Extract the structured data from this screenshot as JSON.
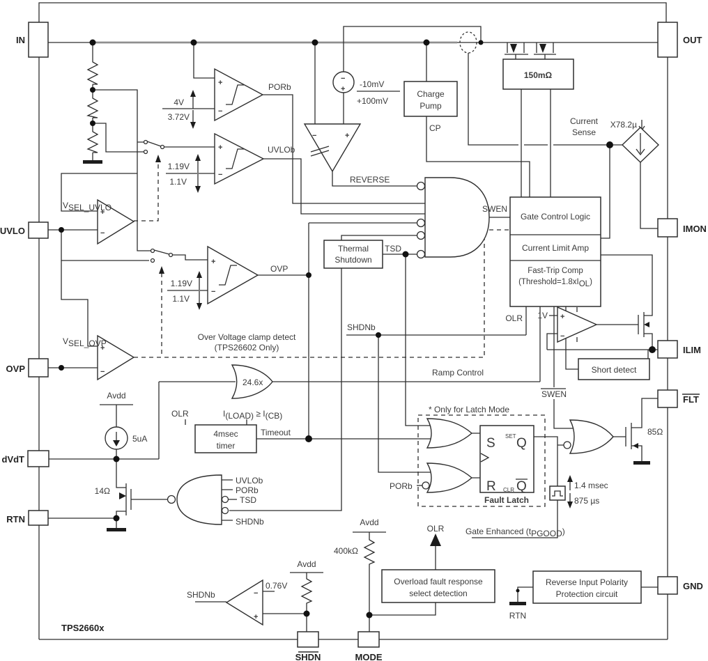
{
  "chip": {
    "name": "TPS2660x"
  },
  "pins": {
    "in": "IN",
    "out": "OUT",
    "uvlo": "UVLO",
    "ovp": "OVP",
    "dvdt": "dVdT",
    "rtn": "RTN",
    "imon": "IMON",
    "ilim": "ILIM",
    "flt": "FLT",
    "gnd": "GND",
    "shdn": "SHDN",
    "mode": "MODE"
  },
  "power": {
    "fet_resistance": "150mΩ",
    "sense_gain": "X78.2µ",
    "current_sense_line1": "Current",
    "current_sense_line2": "Sense"
  },
  "blocks": {
    "charge_pump_line1": "Charge",
    "charge_pump_line2": "Pump",
    "cp": "CP",
    "gate_control_logic": "Gate Control Logic",
    "current_limit_amp": "Current Limit Amp",
    "fast_trip_line1": "Fast-Trip Comp",
    "fast_trip_line2_pre": "(Threshold=1.8xI",
    "fast_trip_line2_sub": "OL",
    "fast_trip_line2_post": ")",
    "thermal_line1": "Thermal",
    "thermal_line2": "Shutdown",
    "timer_line1": "4msec",
    "timer_line2": "timer",
    "short_detect": "Short detect",
    "overload_line1": "Overload fault response",
    "overload_line2": "select detection",
    "revprot_line1": "Reverse Input Polarity",
    "revprot_line2": "Protection circuit",
    "fault_latch": "Fault Latch",
    "latch_s": "S",
    "latch_set": "SET",
    "latch_q": "Q",
    "latch_r": "R",
    "latch_clr": "CLR",
    "latch_qbar": "Q",
    "latch_note": "* Only for Latch Mode"
  },
  "comparators": {
    "plus": "+",
    "minus": "−",
    "por_rise": "4V",
    "por_fall": "3.72V",
    "uvlo_rise": "1.19V",
    "uvlo_fall": "1.1V",
    "ovp_rise": "1.19V",
    "ovp_fall": "1.1V",
    "rev_offset_neg": "-10mV",
    "rev_offset_pos": "+100mV",
    "ilim_ref": "1V",
    "shdn_ref": "0.76V",
    "vsel_v": "V",
    "vsel_uvlo_sub": "SEL_UVLO",
    "vsel_ovp_sub": "SEL_OVP"
  },
  "signals": {
    "porb": "PORb",
    "uvlob": "UVLOb",
    "ovp": "OVP",
    "reverse": "REVERSE",
    "swen": "SWEN",
    "swen_bar": "SWEN",
    "tsd": "TSD",
    "shdnb": "SHDNb",
    "olr": "OLR",
    "timeout": "Timeout",
    "ramp_control": "Ramp Control",
    "timer_cond_i": "I",
    "timer_cond_load": "(LOAD)",
    "timer_cond_mid": " ≥ I",
    "timer_cond_cb": "(CB)",
    "gate_enh_pre": "Gate Enhanced (t",
    "gate_enh_sub": "PGOOD",
    "gate_enh_post": ")",
    "deglitch_rise": "1.4 msec",
    "deglitch_fall": "875 µs"
  },
  "analog": {
    "avdd": "Avdd",
    "dvdt_current": "5uA",
    "dvdt_fet": "14Ω",
    "gain": "24.6x",
    "mode_res": "400kΩ",
    "flt_fet": "85Ω",
    "rtn": "RTN"
  },
  "notes": {
    "clamp_line1": "Over Voltage clamp detect",
    "clamp_line2": "(TPS26602 Only)"
  }
}
